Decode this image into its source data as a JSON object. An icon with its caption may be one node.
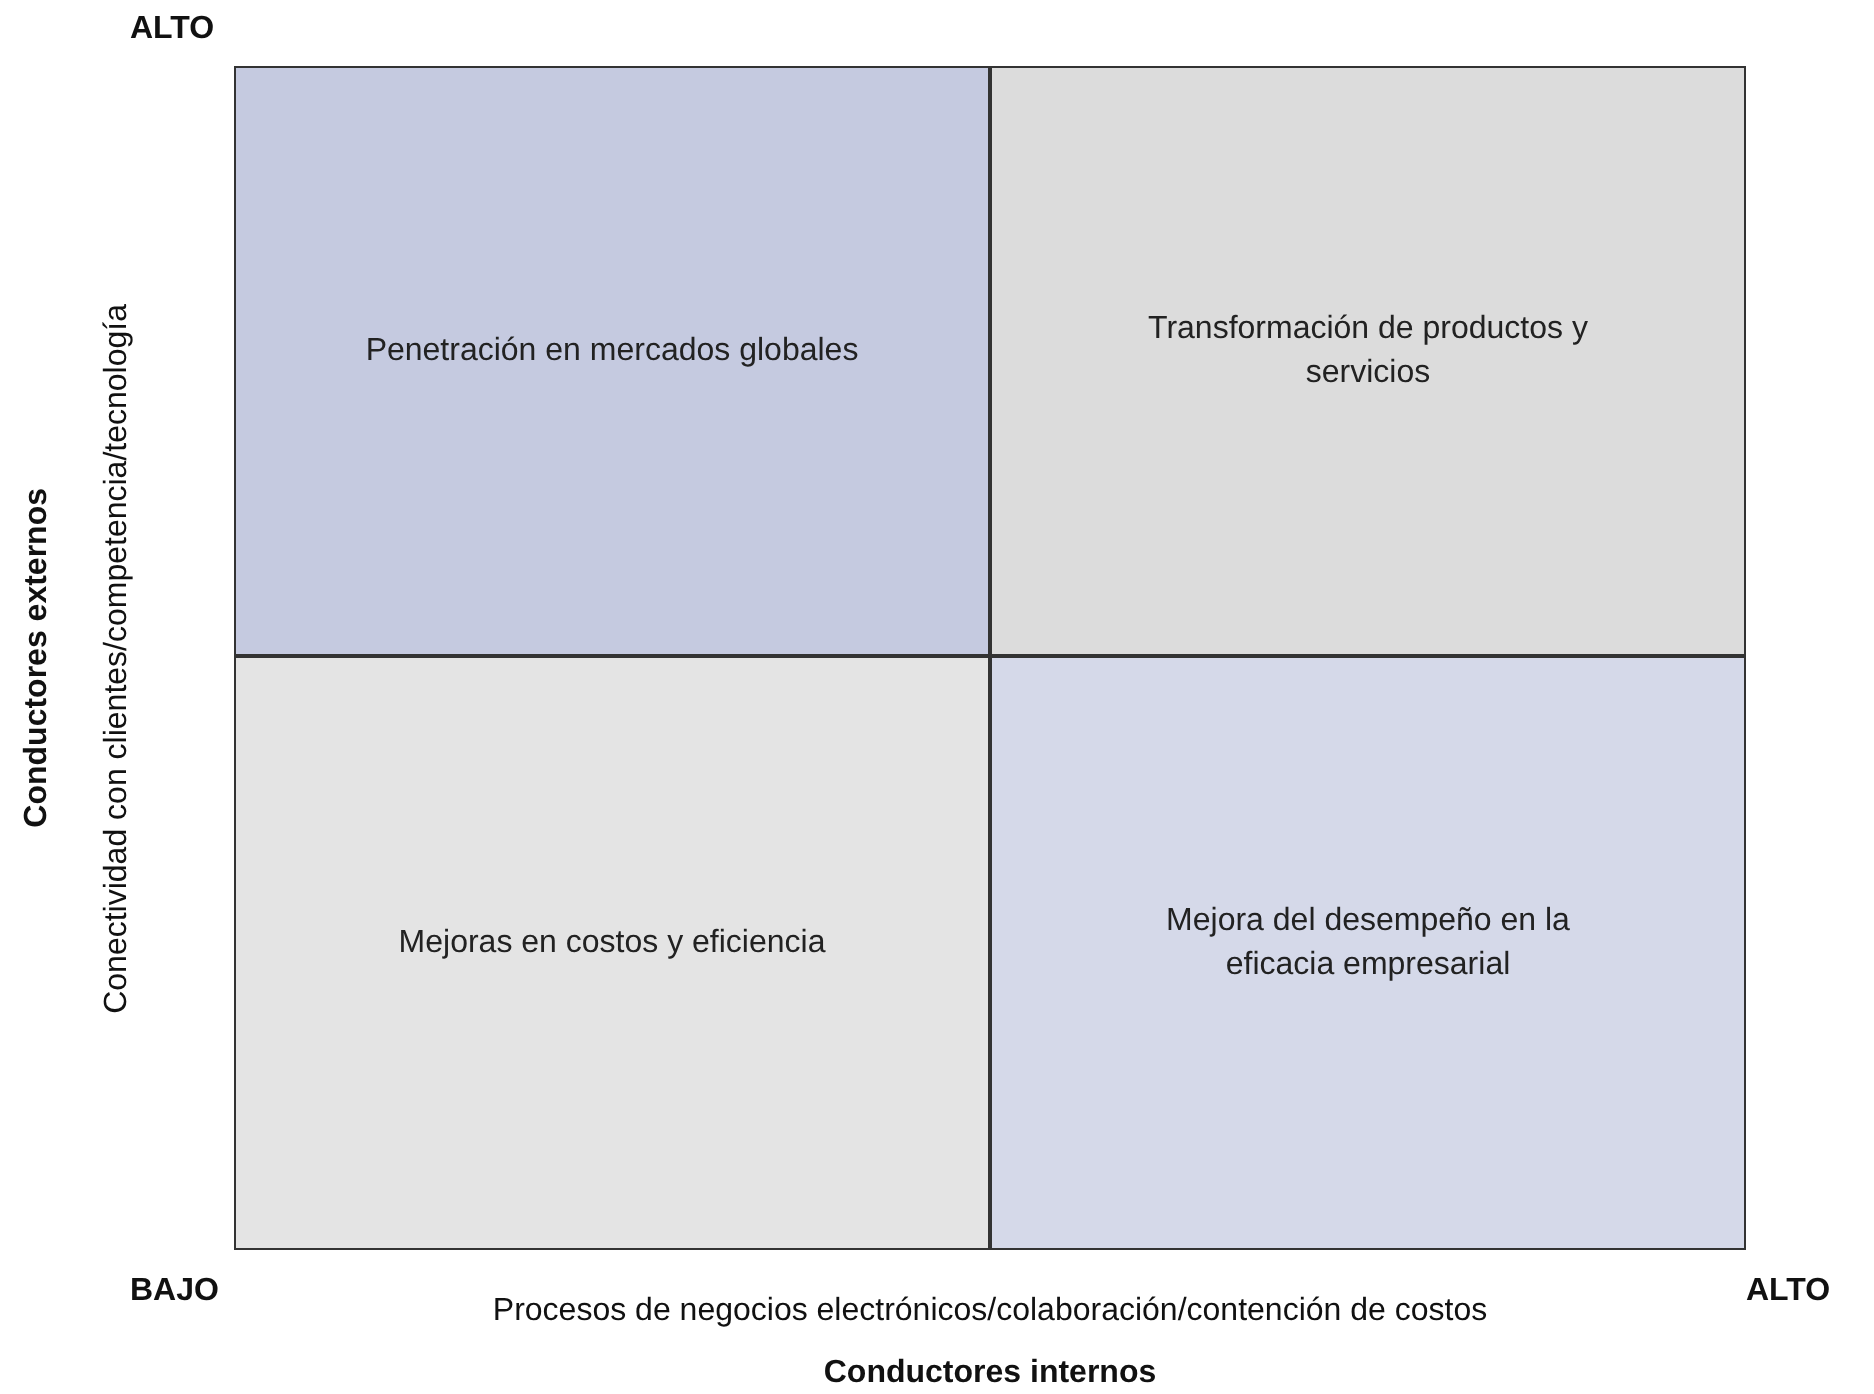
{
  "diagram": {
    "nodes": [
      {
        "text": [
          "Penetración en mercados globales"
        ]
      },
      {
        "text": [
          "Transformación de productos y servicios"
        ]
      },
      {
        "text": [
          "Mejoras en costos y eficiencia"
        ]
      },
      {
        "text": [
          "Mejora del desempeño en la eficacia empresarial"
        ]
      }
    ],
    "labels": [
      "ALTO",
      "Conductores externos",
      "Conectividad con clientes/competencia/tecnología",
      "BAJO",
      "Procesos de negocios electrónicos/colaboración/contención de costos",
      "ALTO",
      "Conductores internos"
    ]
  }
}
